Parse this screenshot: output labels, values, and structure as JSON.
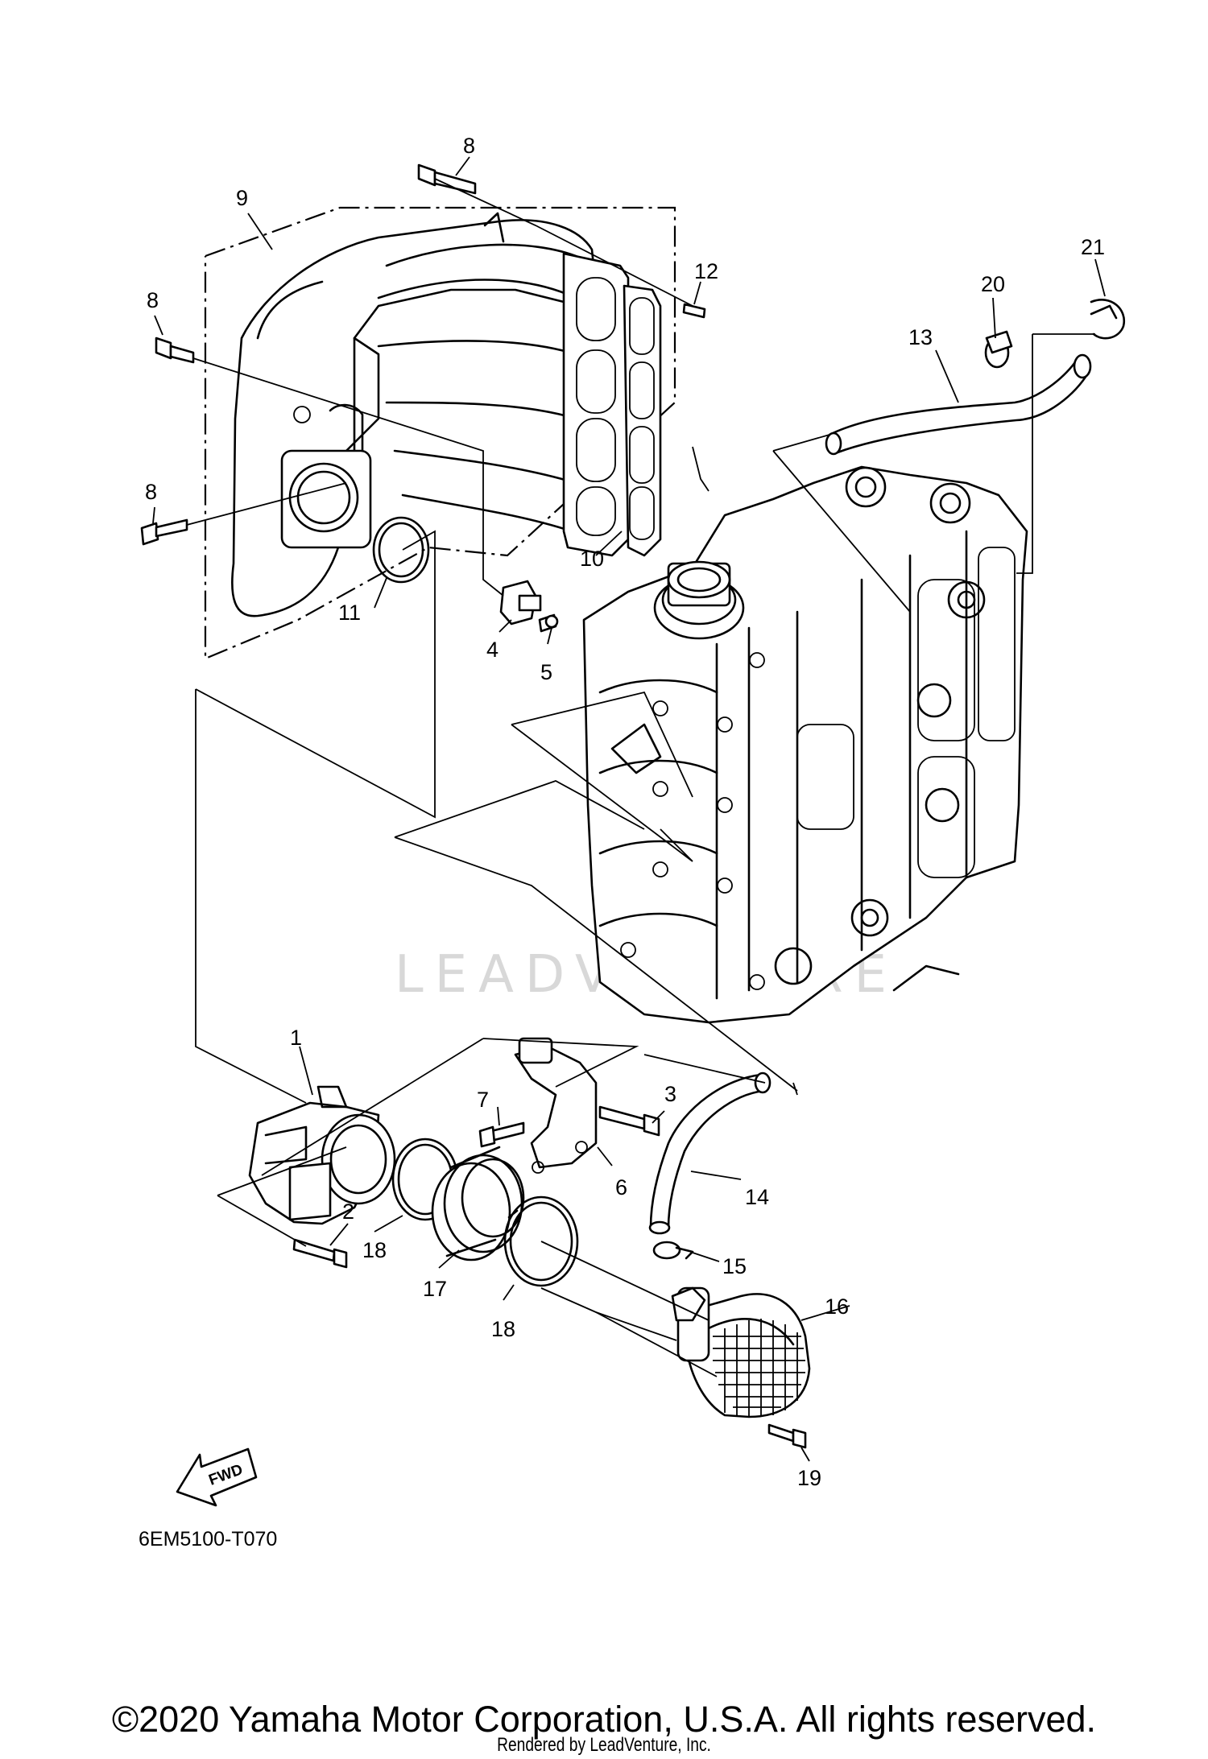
{
  "diagram_code": "6EM5100-T070",
  "fwd_label": "FWD",
  "watermark": "LEADVENTURE",
  "copyright": "©2020 Yamaha Motor Corporation, U.S.A. All rights reserved.",
  "rendered_by": "Rendered by LeadVenture, Inc.",
  "callouts": {
    "c1": "1",
    "c2": "2",
    "c3": "3",
    "c4": "4",
    "c5": "5",
    "c6": "6",
    "c7": "7",
    "c8a": "8",
    "c8b": "8",
    "c8c": "8",
    "c9": "9",
    "c10": "10",
    "c11": "11",
    "c12": "12",
    "c13": "13",
    "c14": "14",
    "c15": "15",
    "c16": "16",
    "c17": "17",
    "c18a": "18",
    "c18b": "18",
    "c19": "19",
    "c20": "20",
    "c21": "21"
  }
}
